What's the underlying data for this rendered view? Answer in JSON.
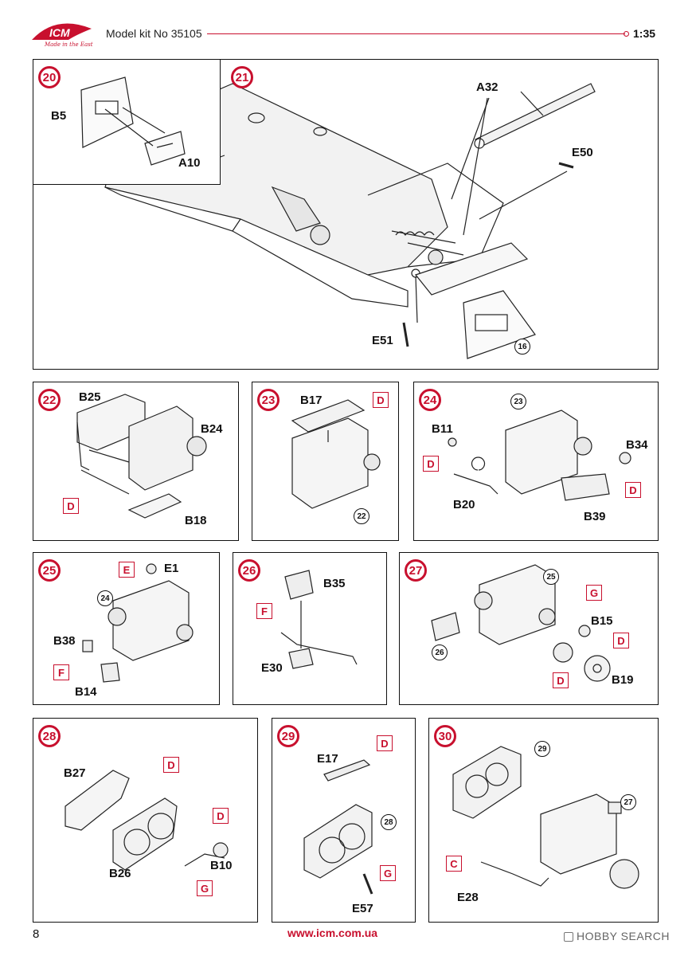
{
  "header": {
    "brand": "ICM",
    "tagline": "Made in the East",
    "title": "Model kit No 35105",
    "scale": "1:35"
  },
  "steps": [
    {
      "num": "20",
      "labels": [
        "B5",
        "A10"
      ]
    },
    {
      "num": "21",
      "labels": [
        "A32",
        "E50",
        "E51"
      ],
      "ref": "16"
    },
    {
      "num": "22",
      "labels": [
        "B25",
        "B24",
        "B18"
      ],
      "sprue": "D"
    },
    {
      "num": "23",
      "labels": [
        "B17"
      ],
      "sprue": "D",
      "ref": "22"
    },
    {
      "num": "24",
      "labels": [
        "B11",
        "B34",
        "B20",
        "B39"
      ],
      "sprues": [
        "D",
        "D"
      ],
      "ref": "23"
    },
    {
      "num": "25",
      "labels": [
        "E1",
        "B38",
        "B14"
      ],
      "sprues": [
        "E",
        "F"
      ],
      "ref": "24"
    },
    {
      "num": "26",
      "labels": [
        "B35",
        "E30"
      ],
      "sprue": "F"
    },
    {
      "num": "27",
      "labels": [
        "B15",
        "B19"
      ],
      "sprues": [
        "G",
        "D",
        "D"
      ],
      "refs": [
        "25",
        "26"
      ]
    },
    {
      "num": "28",
      "labels": [
        "B27",
        "B10",
        "B26"
      ],
      "sprues": [
        "D",
        "D",
        "G"
      ]
    },
    {
      "num": "29",
      "labels": [
        "E17",
        "E57"
      ],
      "sprues": [
        "D",
        "G"
      ],
      "ref": "28"
    },
    {
      "num": "30",
      "labels": [
        "E28"
      ],
      "sprue": "C",
      "refs": [
        "29",
        "27"
      ]
    }
  ],
  "footer": {
    "page": "8",
    "url": "www.icm.com.ua",
    "watermark": "HOBBY SEARCH"
  }
}
